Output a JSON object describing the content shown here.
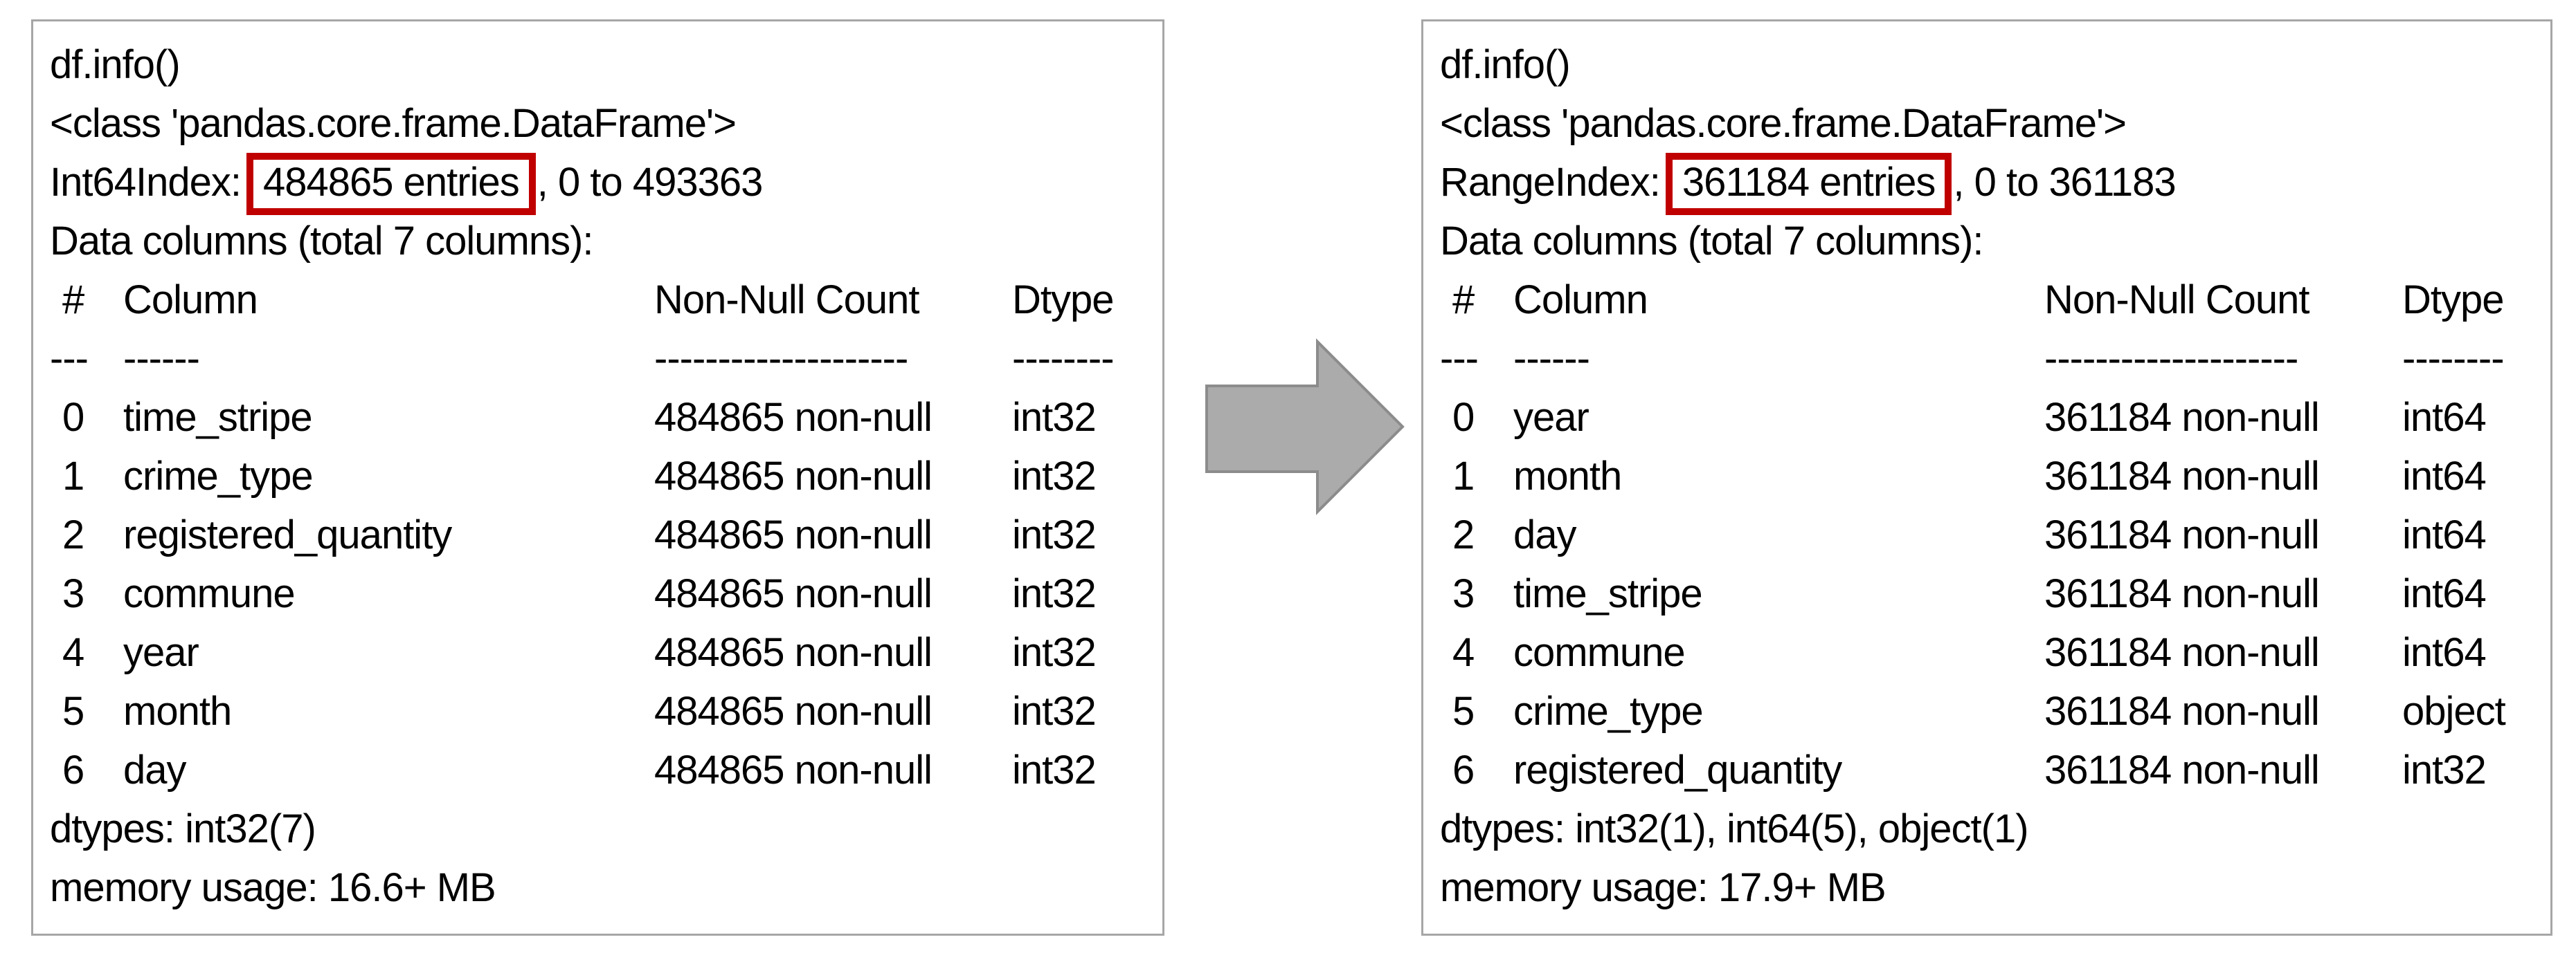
{
  "colors": {
    "highlight_border": "#c00000",
    "arrow_fill": "#ababab",
    "arrow_stroke": "#8c8c8c",
    "panel_border": "#a6a6a6",
    "text": "#000000"
  },
  "arrow": {
    "direction": "right"
  },
  "panels": [
    {
      "code": "df.info()",
      "class_line": "<class 'pandas.core.frame.DataFrame'>",
      "index_prefix": "Int64Index:",
      "entries_highlighted": "484865 entries",
      "index_suffix": ", 0 to 493363",
      "data_columns_line": "Data columns (total 7 columns):",
      "table": {
        "header": {
          "num": "#",
          "column": "Column",
          "count": "Non-Null Count",
          "dtype": "Dtype"
        },
        "separator": {
          "num": "---",
          "column": "------",
          "count": "--------------------",
          "dtype": "--------"
        },
        "rows": [
          {
            "num": "0",
            "column": "time_stripe",
            "count": "484865 non-null",
            "dtype": "int32"
          },
          {
            "num": "1",
            "column": "crime_type",
            "count": "484865 non-null",
            "dtype": "int32"
          },
          {
            "num": "2",
            "column": "registered_quantity",
            "count": "484865 non-null",
            "dtype": "int32"
          },
          {
            "num": "3",
            "column": "commune",
            "count": "484865 non-null",
            "dtype": "int32"
          },
          {
            "num": "4",
            "column": "year",
            "count": "484865 non-null",
            "dtype": "int32"
          },
          {
            "num": "5",
            "column": "month",
            "count": "484865 non-null",
            "dtype": "int32"
          },
          {
            "num": "6",
            "column": "day",
            "count": "484865 non-null",
            "dtype": "int32"
          }
        ]
      },
      "dtypes_line": "dtypes: int32(7)",
      "memory_line": "memory usage: 16.6+ MB"
    },
    {
      "code": "df.info()",
      "class_line": "<class 'pandas.core.frame.DataFrame'>",
      "index_prefix": "RangeIndex:",
      "entries_highlighted": "361184 entries",
      "index_suffix": ", 0 to 361183",
      "data_columns_line": "Data columns (total 7 columns):",
      "table": {
        "header": {
          "num": "#",
          "column": "Column",
          "count": "Non-Null Count",
          "dtype": "Dtype"
        },
        "separator": {
          "num": "---",
          "column": "------",
          "count": "--------------------",
          "dtype": "--------"
        },
        "rows": [
          {
            "num": "0",
            "column": "year",
            "count": "361184 non-null",
            "dtype": "int64"
          },
          {
            "num": "1",
            "column": "month",
            "count": "361184 non-null",
            "dtype": "int64"
          },
          {
            "num": "2",
            "column": "day",
            "count": "361184 non-null",
            "dtype": "int64"
          },
          {
            "num": "3",
            "column": "time_stripe",
            "count": "361184 non-null",
            "dtype": "int64"
          },
          {
            "num": "4",
            "column": "commune",
            "count": "361184 non-null",
            "dtype": "int64"
          },
          {
            "num": "5",
            "column": "crime_type",
            "count": "361184 non-null",
            "dtype": "object"
          },
          {
            "num": "6",
            "column": "registered_quantity",
            "count": "361184 non-null",
            "dtype": "int32"
          }
        ]
      },
      "dtypes_line": "dtypes: int32(1), int64(5), object(1)",
      "memory_line": "memory usage: 17.9+ MB"
    }
  ]
}
